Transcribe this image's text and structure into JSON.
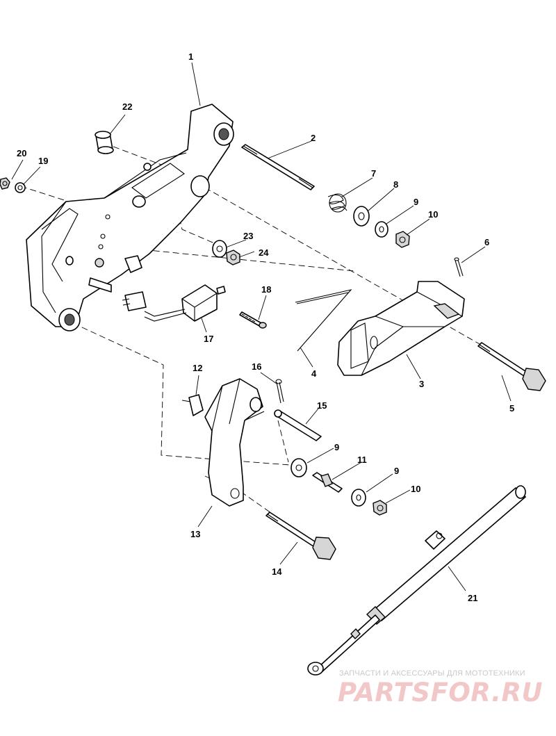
{
  "callouts": [
    {
      "id": "c1",
      "label": "1"
    },
    {
      "id": "c2",
      "label": "2"
    },
    {
      "id": "c3",
      "label": "3"
    },
    {
      "id": "c4",
      "label": "4"
    },
    {
      "id": "c5",
      "label": "5"
    },
    {
      "id": "c6",
      "label": "6"
    },
    {
      "id": "c7",
      "label": "7"
    },
    {
      "id": "c8",
      "label": "8"
    },
    {
      "id": "c9a",
      "label": "9"
    },
    {
      "id": "c9b",
      "label": "9"
    },
    {
      "id": "c9c",
      "label": "9"
    },
    {
      "id": "c10a",
      "label": "10"
    },
    {
      "id": "c10b",
      "label": "10"
    },
    {
      "id": "c11",
      "label": "11"
    },
    {
      "id": "c12",
      "label": "12"
    },
    {
      "id": "c13",
      "label": "13"
    },
    {
      "id": "c14",
      "label": "14"
    },
    {
      "id": "c15",
      "label": "15"
    },
    {
      "id": "c16",
      "label": "16"
    },
    {
      "id": "c17",
      "label": "17"
    },
    {
      "id": "c18",
      "label": "18"
    },
    {
      "id": "c19",
      "label": "19"
    },
    {
      "id": "c20",
      "label": "20"
    },
    {
      "id": "c21",
      "label": "21"
    },
    {
      "id": "c22",
      "label": "22"
    },
    {
      "id": "c23",
      "label": "23"
    },
    {
      "id": "c24",
      "label": "24"
    }
  ],
  "watermark": {
    "tagline": "ЗАПЧАСТИ И АКСЕССУАРЫ ДЛЯ МОТОТЕХНИКИ",
    "logo": "PARTSFOR.RU"
  }
}
